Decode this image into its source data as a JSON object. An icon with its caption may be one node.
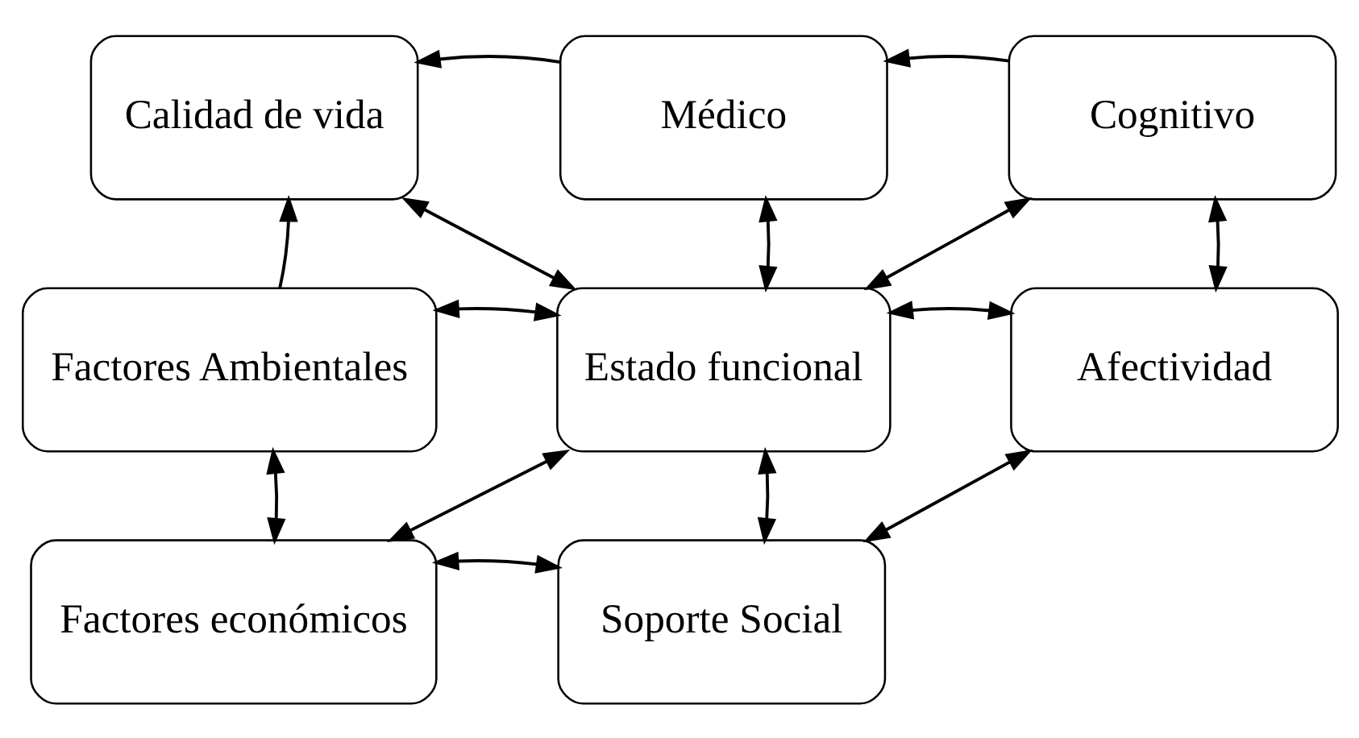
{
  "diagram": {
    "nodes": [
      {
        "text": [
          "Calidad de vida"
        ]
      },
      {
        "text": [
          "Médico"
        ]
      },
      {
        "text": [
          "Cognitivo"
        ]
      },
      {
        "text": [
          "Factores Ambientales"
        ]
      },
      {
        "text": [
          "Estado funcional"
        ]
      },
      {
        "text": [
          "Afectividad"
        ]
      },
      {
        "text": [
          "Factores económicos"
        ]
      },
      {
        "text": [
          "Soporte Social"
        ]
      }
    ],
    "edges": [
      {
        "from": 1,
        "to": 0,
        "arrow": "to"
      },
      {
        "from": 2,
        "to": 1,
        "arrow": "to"
      },
      {
        "from": 0,
        "to": 4,
        "arrow": "both"
      },
      {
        "from": 1,
        "to": 4,
        "arrow": "both"
      },
      {
        "from": 4,
        "to": 2,
        "arrow": "both"
      },
      {
        "from": 2,
        "to": 5,
        "arrow": "both"
      },
      {
        "from": 3,
        "to": 0,
        "arrow": "to"
      },
      {
        "from": 3,
        "to": 4,
        "arrow": "both"
      },
      {
        "from": 4,
        "to": 5,
        "arrow": "both"
      },
      {
        "from": 3,
        "to": 6,
        "arrow": "both"
      },
      {
        "from": 6,
        "to": 4,
        "arrow": "both"
      },
      {
        "from": 4,
        "to": 7,
        "arrow": "both"
      },
      {
        "from": 6,
        "to": 7,
        "arrow": "both"
      },
      {
        "from": 7,
        "to": 5,
        "arrow": "both"
      }
    ]
  }
}
